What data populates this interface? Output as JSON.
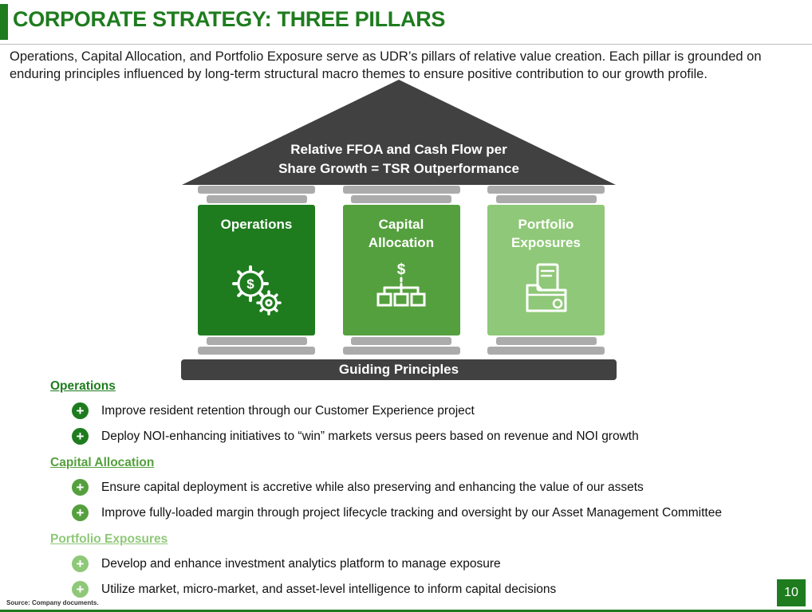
{
  "slide": {
    "title": "CORPORATE STRATEGY: THREE PILLARS",
    "intro": "Operations, Capital Allocation, and Portfolio Exposure serve as UDR’s pillars of relative value creation. Each pillar is grounded on enduring principles influenced by long-term structural macro themes to ensure positive contribution to our growth profile.",
    "source": "Source:  Company documents.",
    "page_number": "10"
  },
  "colors": {
    "brand_dark_green": "#1e7c1e",
    "medium_green": "#55a03e",
    "light_green": "#8fc878",
    "roof_gray": "#414141",
    "capital_gray": "#ababab"
  },
  "diagram": {
    "roof_line1": "Relative FFOA and Cash Flow per",
    "roof_line2": "Share Growth = TSR Outperformance",
    "pillars": [
      {
        "label": "Operations",
        "icon": "gears-dollar-icon"
      },
      {
        "label": "Capital Allocation",
        "icon": "org-chart-dollar-icon"
      },
      {
        "label": "Portfolio Exposures",
        "icon": "document-box-icon"
      }
    ],
    "base_label": "Guiding Principles"
  },
  "icons": {
    "plus": "+"
  },
  "sections": [
    {
      "heading": "Operations",
      "bullets": [
        "Improve resident retention through our Customer Experience project",
        "Deploy NOI-enhancing initiatives to “win” markets versus peers based on revenue and NOI growth"
      ]
    },
    {
      "heading": "Capital Allocation",
      "bullets": [
        "Ensure capital deployment is accretive while also preserving and enhancing the value of our assets",
        "Improve fully-loaded margin through project lifecycle tracking and oversight by our Asset Management Committee"
      ]
    },
    {
      "heading": "Portfolio Exposures",
      "bullets": [
        "Develop and enhance investment analytics platform to manage exposure",
        "Utilize market, micro-market, and asset-level intelligence to inform capital decisions"
      ]
    }
  ]
}
